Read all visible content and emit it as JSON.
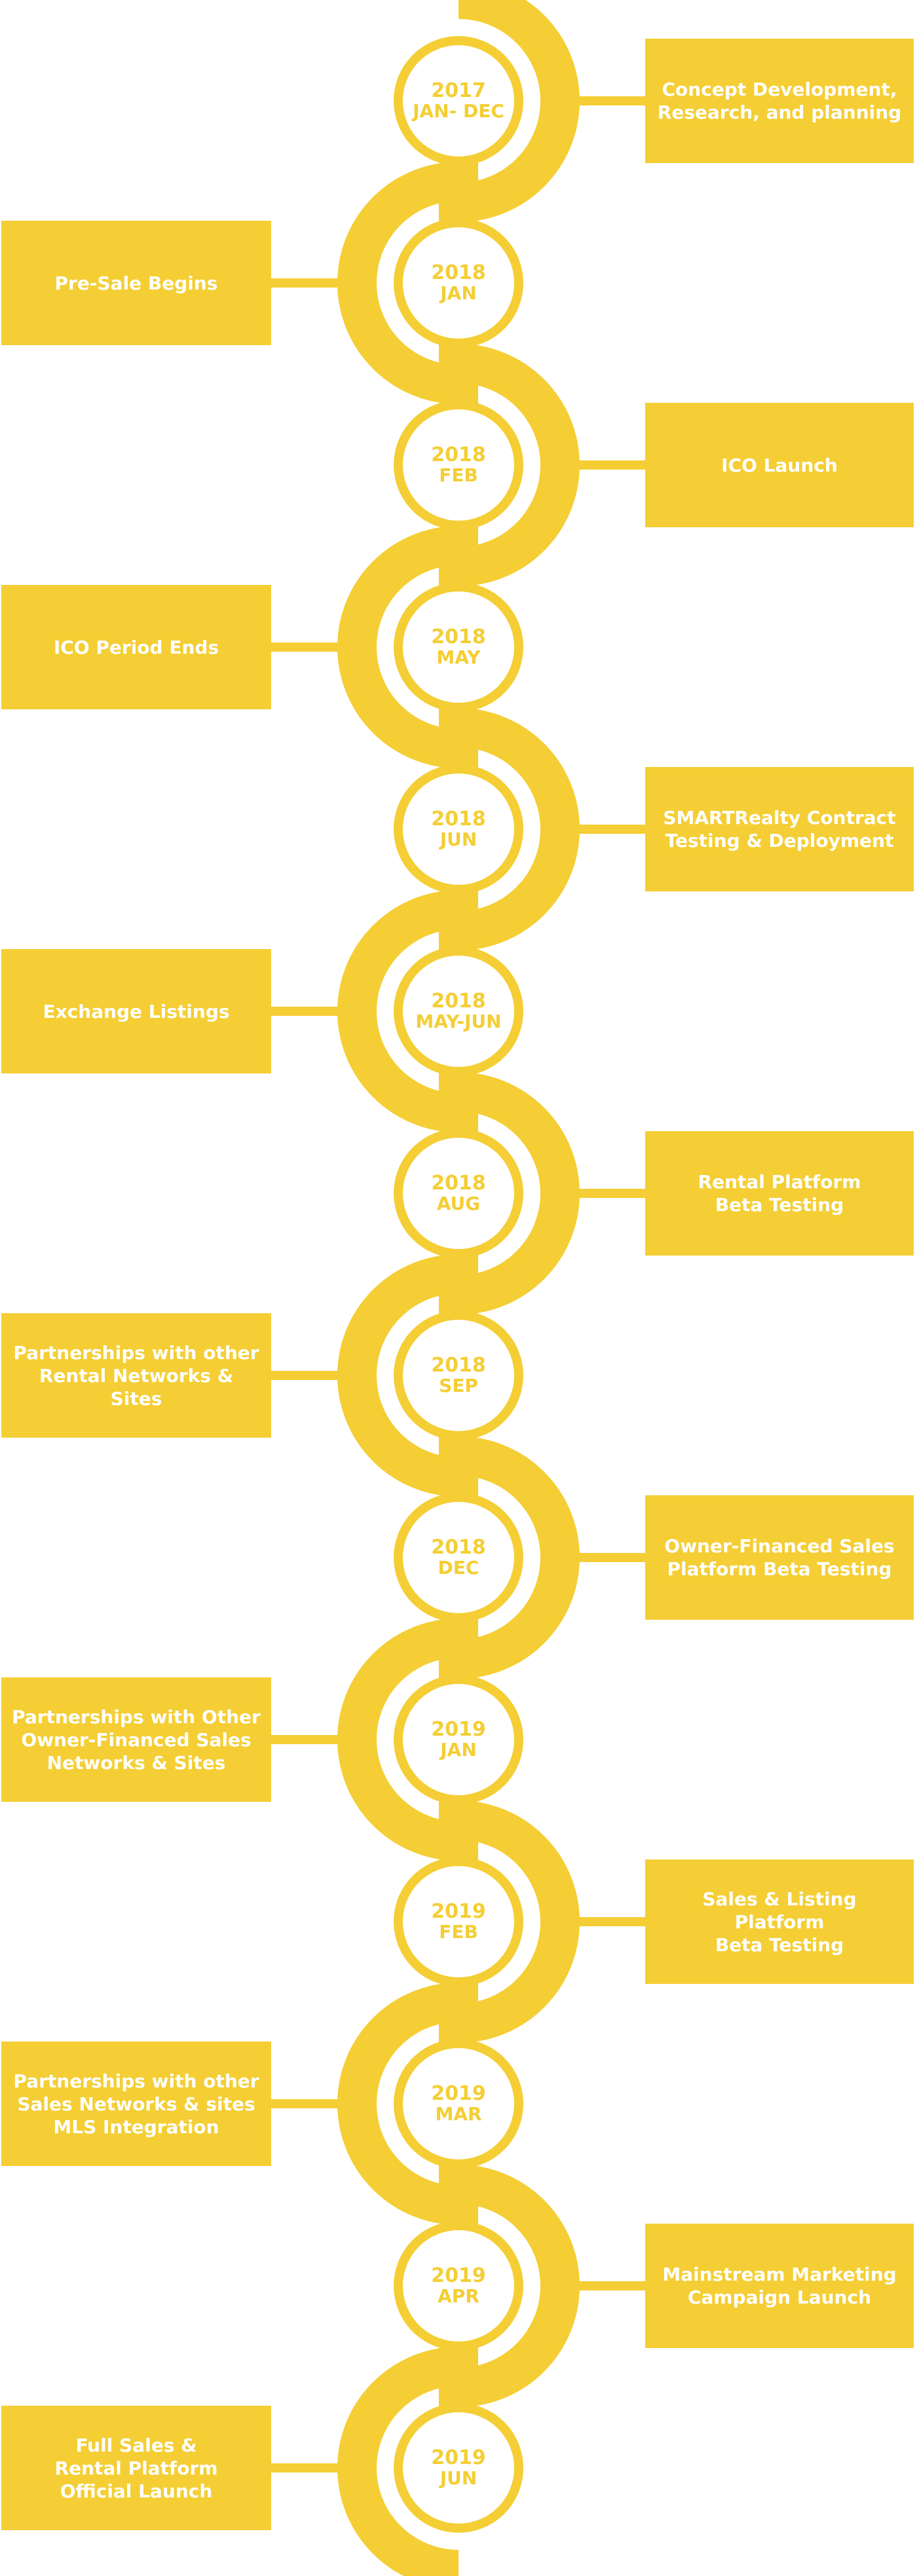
{
  "colors": {
    "accent": "#f4ce34",
    "background": "#ffffff",
    "text_on_accent": "#ffffff"
  },
  "milestones": [
    {
      "year": "2017",
      "period": "JAN- DEC",
      "label": "Concept Development,\nResearch, and planning",
      "side": "right"
    },
    {
      "year": "2018",
      "period": "JAN",
      "label": "Pre-Sale Begins",
      "side": "left"
    },
    {
      "year": "2018",
      "period": "FEB",
      "label": "ICO Launch",
      "side": "right"
    },
    {
      "year": "2018",
      "period": "MAY",
      "label": "ICO Period Ends",
      "side": "left"
    },
    {
      "year": "2018",
      "period": "JUN",
      "label": "SMARTRealty Contract\nTesting & Deployment",
      "side": "right"
    },
    {
      "year": "2018",
      "period": "MAY-JUN",
      "label": "Exchange Listings",
      "side": "left"
    },
    {
      "year": "2018",
      "period": "AUG",
      "label": "Rental Platform\nBeta Testing",
      "side": "right"
    },
    {
      "year": "2018",
      "period": "SEP",
      "label": "Partnerships with other\nRental Networks &\nSites",
      "side": "left"
    },
    {
      "year": "2018",
      "period": "DEC",
      "label": "Owner-Financed Sales\nPlatform Beta Testing",
      "side": "right"
    },
    {
      "year": "2019",
      "period": "JAN",
      "label": "Partnerships with Other\nOwner-Financed Sales\nNetworks & Sites",
      "side": "left"
    },
    {
      "year": "2019",
      "period": "FEB",
      "label": "Sales & Listing Platform\nBeta Testing",
      "side": "right"
    },
    {
      "year": "2019",
      "period": "MAR",
      "label": "Partnerships with other\nSales Networks & sites\nMLS Integration",
      "side": "left"
    },
    {
      "year": "2019",
      "period": "APR",
      "label": "Mainstream Marketing\nCampaign Launch",
      "side": "right"
    },
    {
      "year": "2019",
      "period": "JUN",
      "label": "Full Sales &\nRental Platform\nOfficial Launch",
      "side": "left"
    }
  ]
}
